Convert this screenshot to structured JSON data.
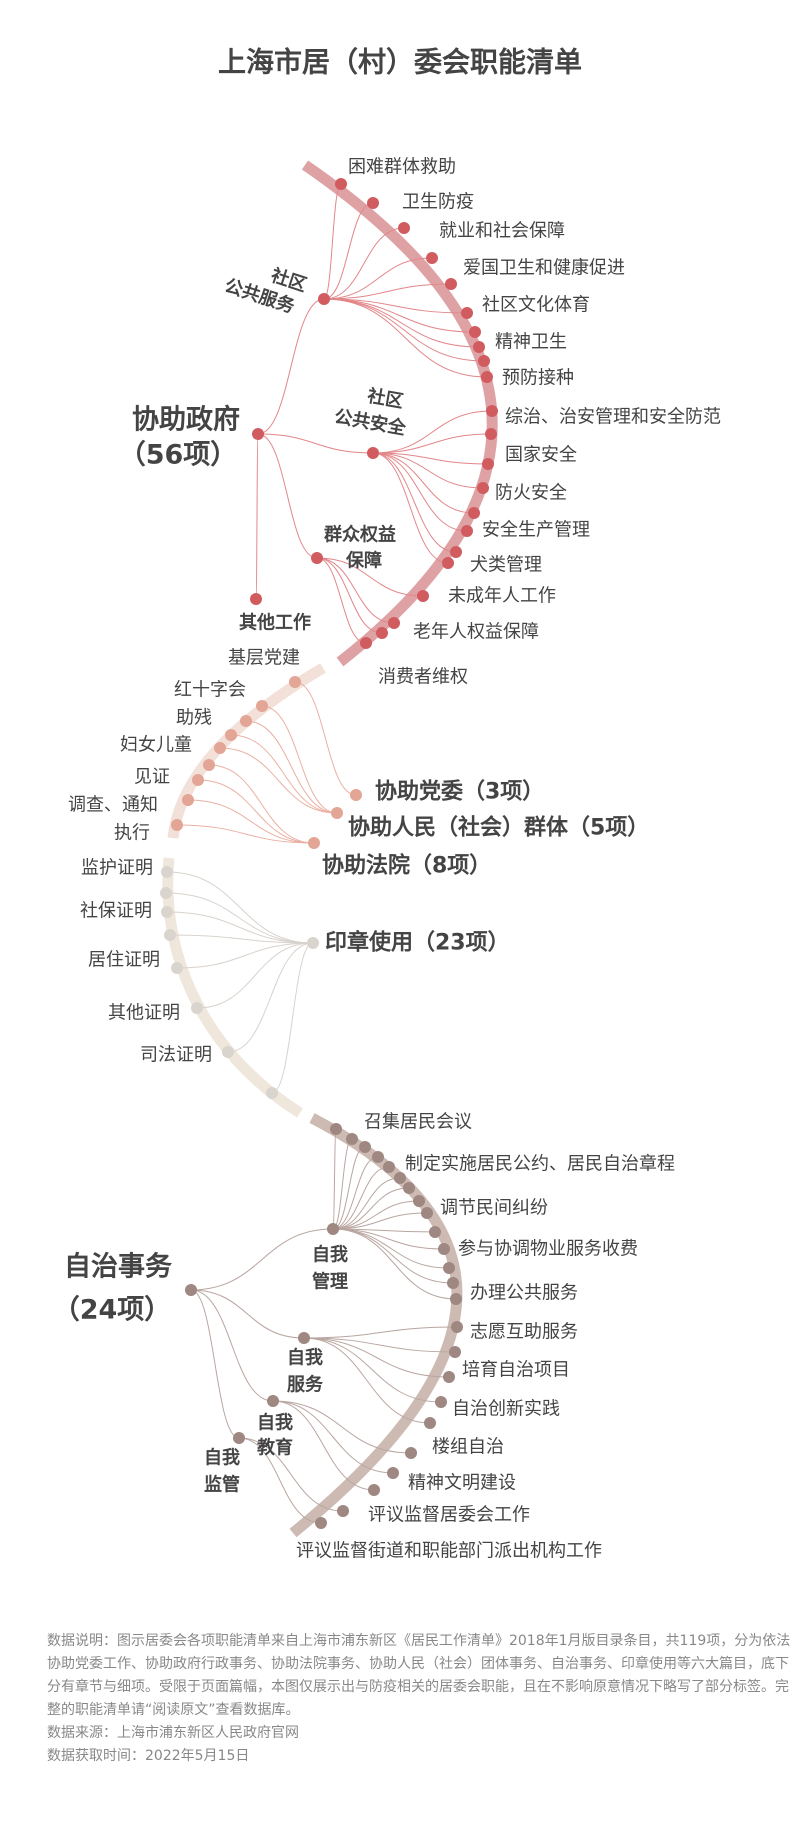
{
  "title": "上海市居（村）委会职能清单",
  "gov": {
    "name": "协助政府",
    "count": "（56项）",
    "subgroups": [
      {
        "lines": [
          "社区",
          "公共服务"
        ],
        "items": [
          "困难群体救助",
          "卫生防疫",
          "就业和社会保障",
          "爱国卫生和健康促进",
          "社区文化体育",
          "精神卫生",
          "预防接种"
        ]
      },
      {
        "lines": [
          "社区",
          "公共安全"
        ],
        "items": [
          "综治、治安管理和安全防范",
          "国家安全",
          "防火安全",
          "安全生产管理",
          "犬类管理"
        ]
      },
      {
        "lines": [
          "群众权益",
          "保障"
        ],
        "items": [
          "未成年人工作",
          "老年人权益保障",
          "消费者维权"
        ]
      }
    ],
    "other": "其他工作"
  },
  "assist": {
    "items": [
      "基层党建",
      "红十字会",
      "助残",
      "妇女儿童",
      "见证",
      "调查、通知",
      "执行"
    ],
    "party": "协助党委（3项）",
    "people": "协助人民（社会）群体（5项）",
    "court": "协助法院（8项）"
  },
  "seal": {
    "name": "印章使用（23项）",
    "items": [
      "监护证明",
      "社保证明",
      "居住证明",
      "其他证明",
      "司法证明"
    ]
  },
  "autonomy": {
    "name": "自治事务",
    "count": "（24项）",
    "subgroups": [
      {
        "lines": [
          "自我",
          "管理"
        ]
      },
      {
        "lines": [
          "自我",
          "服务"
        ]
      },
      {
        "lines": [
          "自我",
          "教育"
        ]
      },
      {
        "lines": [
          "自我",
          "监管"
        ]
      }
    ],
    "items": [
      "召集居民会议",
      "制定实施居民公约、居民自治章程",
      "调节民间纠纷",
      "参与协调物业服务收费",
      "办理公共服务",
      "志愿互助服务",
      "培育自治项目",
      "自治创新实践",
      "楼组自治",
      "精神文明建设",
      "评议监督居委会工作",
      "评议监督街道和职能部门派出机构工作"
    ]
  },
  "colors": {
    "gov_arc": "#dfa2a4",
    "gov_dot": "#d05c60",
    "gov_line": "#e2868a",
    "assist_arc": "#f3e0d8",
    "assist_dot": "#e3a595",
    "assist_line": "#eab0a3",
    "seal_arc": "#f0e7dc",
    "seal_dot": "#dad4ce",
    "seal_line": "#d8d2cc",
    "auto_arc": "#cdbbb3",
    "auto_dot": "#9f8782",
    "auto_line": "#b9a6a0"
  },
  "footer": {
    "note": "数据说明：图示居委会各项职能清单来自上海市浦东新区《居民工作清单》2018年1月版目录条目，共119项，分为依法协助党委工作、协助政府行政事务、协助法院事务、协助人民（社会）团体事务、自治事务、印章使用等六大篇目，底下分有章节与细项。受限于页面篇幅，本图仅展示出与防疫相关的居委会职能，且在不影响原意情况下略写了部分标签。完整的职能清单请“阅读原文”查看数据库。",
    "source": "数据来源：上海市浦东新区人民政府官网",
    "date": "数据获取时间：2022年5月15日"
  }
}
